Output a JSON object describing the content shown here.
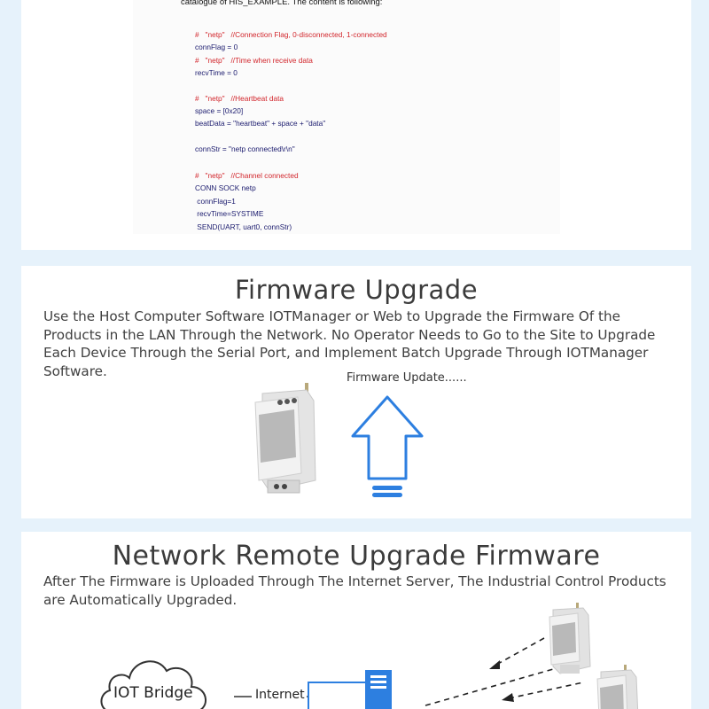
{
  "code_section": {
    "intro": "catalogue of HIS_EXAMPLE. The content is following:",
    "lines": [
      {
        "text": "#   \"netp\"   //Connection Flag, 0-disconnected, 1-connected",
        "style": "red"
      },
      {
        "text": "connFlag = 0",
        "style": "dark"
      },
      {
        "text": "#   \"netp\"   //Time when receive data",
        "style": "red"
      },
      {
        "text": "recvTime = 0",
        "style": "dark"
      },
      {
        "text": "",
        "style": "dark"
      },
      {
        "text": "#   \"netp\"   //Heartbeat data",
        "style": "red"
      },
      {
        "text": "space = [0x20]",
        "style": "dark"
      },
      {
        "text": "beatData = \"heartbeat\" + space + \"data\"",
        "style": "dark"
      },
      {
        "text": "",
        "style": "dark"
      },
      {
        "text": "connStr = \"netp connected\\r\\n\"",
        "style": "dark"
      },
      {
        "text": "",
        "style": "dark"
      },
      {
        "text": "#   \"netp\"   //Channel connected",
        "style": "red"
      },
      {
        "text": "CONN SOCK netp",
        "style": "dark"
      },
      {
        "text": " connFlag=1",
        "style": "dark"
      },
      {
        "text": " recvTime=SYSTIME",
        "style": "dark"
      },
      {
        "text": " SEND(UART, uart0, connStr)",
        "style": "dark"
      }
    ]
  },
  "firmware_upgrade": {
    "title": "Firmware Upgrade",
    "description": "Use the Host Computer Software IOTManager or Web to Upgrade the Firmware Of the Products in the LAN Through the Network. No Operator Needs to Go to the Site to Upgrade Each Device Through the Serial Port, and Implement Batch Upgrade Through IOTManager Software.",
    "label": "Firmware Update......",
    "arrow_color": "#2d7fe0"
  },
  "network_remote": {
    "title": "Network Remote Upgrade Firmware",
    "description": "After The Firmware is Uploaded Through The Internet Server, The Industrial Control Products are Automatically Upgraded.",
    "cloud_label": "IOT Bridge",
    "link_label": "Internet",
    "accent_color": "#2d7fe0"
  }
}
